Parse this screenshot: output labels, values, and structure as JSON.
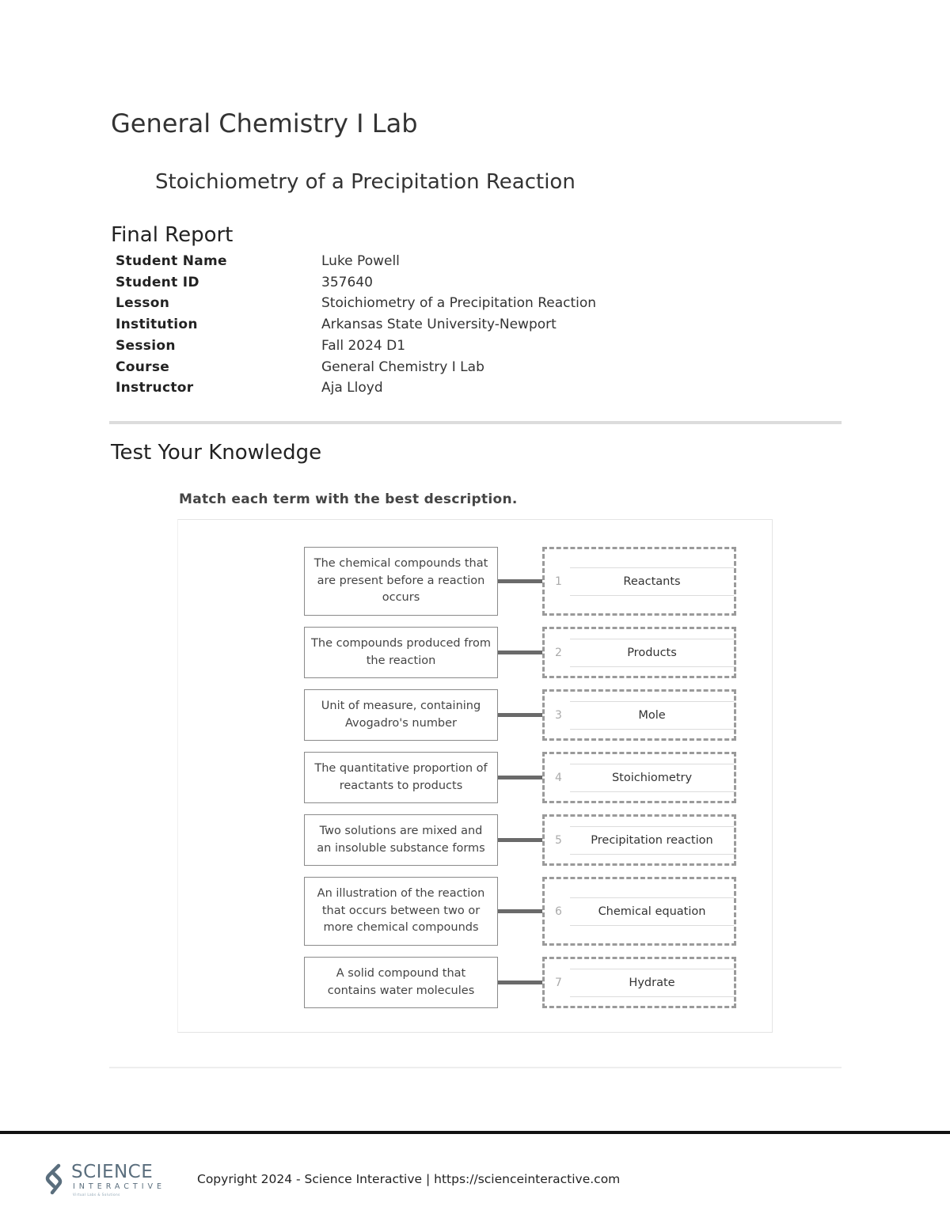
{
  "header": {
    "course_title": "General Chemistry I Lab",
    "lesson_title": "Stoichiometry of a Precipitation Reaction",
    "report_heading": "Final Report"
  },
  "info": [
    {
      "label": "Student Name",
      "value": "Luke Powell"
    },
    {
      "label": "Student ID",
      "value": "357640"
    },
    {
      "label": "Lesson",
      "value": "Stoichiometry of a Precipitation Reaction"
    },
    {
      "label": "Institution",
      "value": "Arkansas State University-Newport"
    },
    {
      "label": "Session",
      "value": "Fall 2024 D1"
    },
    {
      "label": "Course",
      "value": "General Chemistry I Lab"
    },
    {
      "label": "Instructor",
      "value": "Aja Lloyd"
    }
  ],
  "quiz": {
    "heading": "Test Your Knowledge",
    "instruction": "Match each term with the best description.",
    "pairs": [
      {
        "description": "The chemical compounds that are present before a reaction occurs",
        "number": "1",
        "term": "Reactants"
      },
      {
        "description": "The compounds produced from the reaction",
        "number": "2",
        "term": "Products"
      },
      {
        "description": "Unit of measure, containing Avogadro's number",
        "number": "3",
        "term": "Mole"
      },
      {
        "description": "The quantitative proportion of reactants to products",
        "number": "4",
        "term": "Stoichiometry"
      },
      {
        "description": "Two solutions are mixed and an insoluble substance forms",
        "number": "5",
        "term": "Precipitation reaction"
      },
      {
        "description": "An illustration of the reaction that occurs between two or more chemical compounds",
        "number": "6",
        "term": "Chemical equation"
      },
      {
        "description": "A solid compound that contains water molecules",
        "number": "7",
        "term": "Hydrate"
      }
    ]
  },
  "footer": {
    "logo_word": "SCIENCE",
    "logo_sub": "INTERACTIVE",
    "logo_tagline": "Virtual Labs & Solutions",
    "copyright": "Copyright 2024 - Science Interactive | https://scienceinteractive.com"
  }
}
